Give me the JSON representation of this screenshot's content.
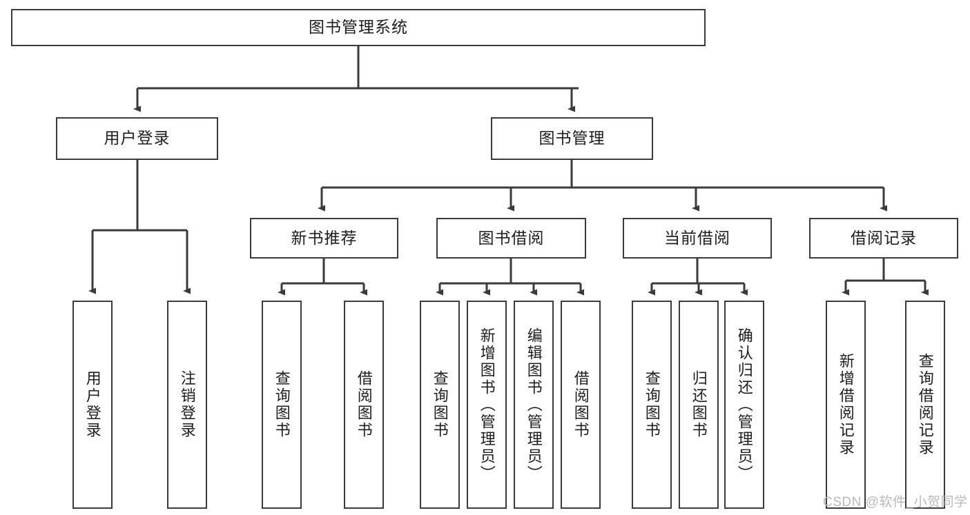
{
  "diagram": {
    "title": "图书管理系统",
    "watermark": "CSDN @软件_小贺同学",
    "line_color": "#3a3a3a",
    "box_fill": "#ffffff",
    "text_color": "#1d1d1d",
    "watermark_color": "#b9b9b9",
    "root": {
      "label": "图书管理系统"
    },
    "level2": [
      {
        "label": "用户登录"
      },
      {
        "label": "图书管理"
      }
    ],
    "level3": [
      {
        "label": "新书推荐"
      },
      {
        "label": "图书借阅"
      },
      {
        "label": "当前借阅"
      },
      {
        "label": "借阅记录"
      }
    ],
    "leaves": {
      "user_login": [
        {
          "label": "用户登录"
        },
        {
          "label": "注销登录"
        }
      ],
      "new_book": [
        {
          "label": "查询图书"
        },
        {
          "label": "借阅图书"
        }
      ],
      "book_borrow": [
        {
          "label": "查询图书"
        },
        {
          "label": "新增图书（管理员）"
        },
        {
          "label": "编辑图书（管理员）"
        },
        {
          "label": "借阅图书"
        }
      ],
      "current_borrow": [
        {
          "label": "查询图书"
        },
        {
          "label": "归还图书"
        },
        {
          "label": "确认归还（管理员）"
        }
      ],
      "borrow_record": [
        {
          "label": "新增借阅记录"
        },
        {
          "label": "查询借阅记录"
        }
      ]
    }
  }
}
